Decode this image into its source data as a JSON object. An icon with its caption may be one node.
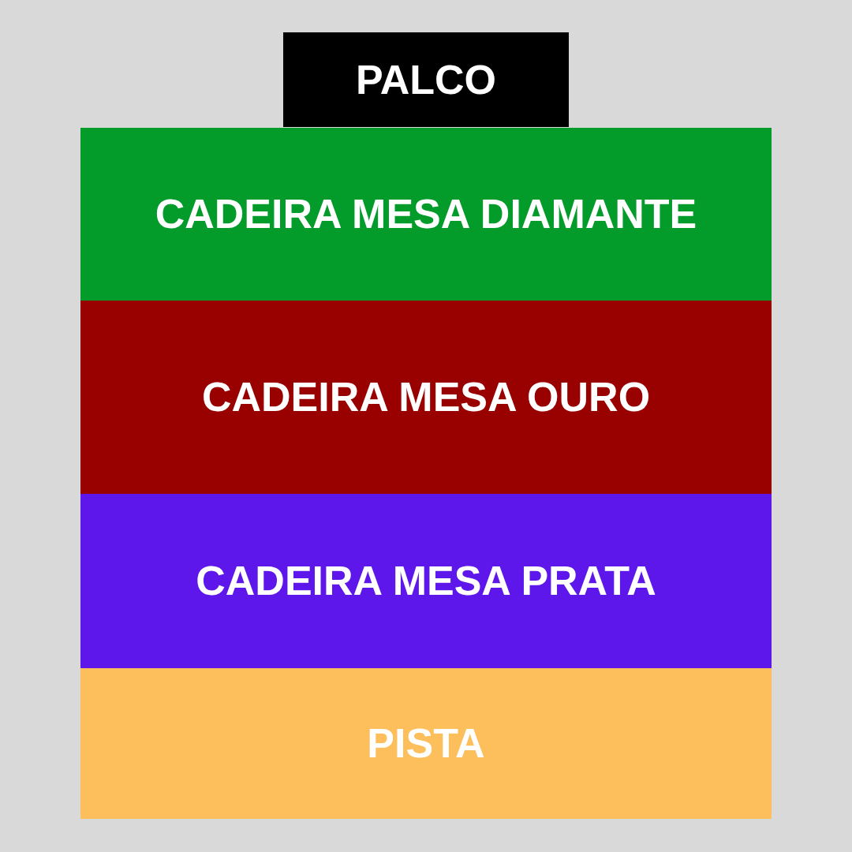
{
  "diagram": {
    "nodes": [
      {
        "text": [
          "PALCO"
        ]
      },
      {
        "text": [
          "CADEIRA MESA DIAMANTE"
        ]
      },
      {
        "text": [
          "CADEIRA MESA OURO"
        ]
      },
      {
        "text": [
          "CADEIRA MESA PRATA"
        ]
      },
      {
        "text": [
          "PISTA"
        ]
      }
    ]
  }
}
